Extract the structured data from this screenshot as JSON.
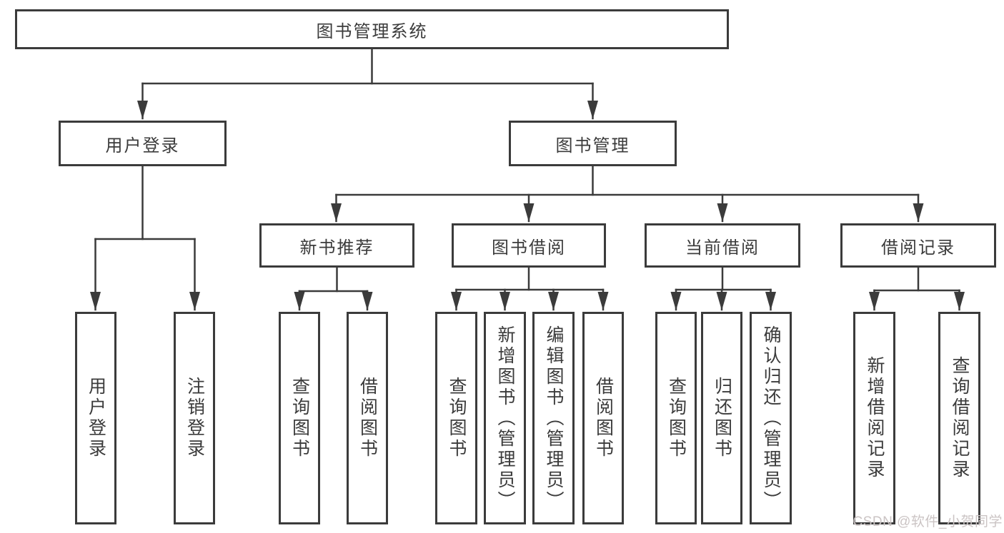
{
  "diagram": {
    "root": {
      "label": "图书管理系统"
    },
    "branches": {
      "user_login": {
        "label": "用户登录",
        "children": [
          "用户登录",
          "注销登录"
        ]
      },
      "book_mgmt": {
        "label": "图书管理",
        "children": {
          "new_book_rec": {
            "label": "新书推荐",
            "children": [
              "查询图书",
              "借阅图书"
            ]
          },
          "book_borrow": {
            "label": "图书借阅",
            "children": [
              "查询图书",
              "新增图书（管理员）",
              "编辑图书（管理员）",
              "借阅图书"
            ]
          },
          "current_borrow": {
            "label": "当前借阅",
            "children": [
              "查询图书",
              "归还图书",
              "确认归还（管理员）"
            ]
          },
          "borrow_record": {
            "label": "借阅记录",
            "children": [
              "新增借阅记录",
              "查询借阅记录"
            ]
          }
        }
      }
    }
  },
  "watermark": {
    "text": "CSDN @软件_小贺同学"
  },
  "colors": {
    "line": "#3b3b3b",
    "text": "#3b3b3b",
    "watermark": "#cbc4c4",
    "background": "#ffffff"
  }
}
